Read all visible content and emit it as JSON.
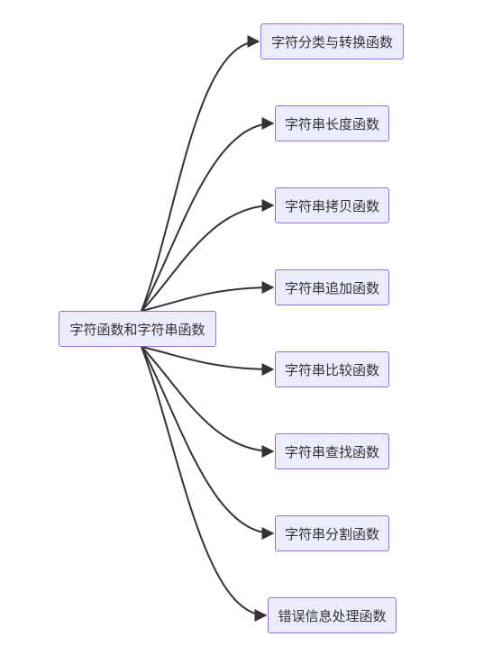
{
  "diagram": {
    "root": "字符函数和字符串函数",
    "children": [
      "字符分类与转换函数",
      "字符串长度函数",
      "字符串拷贝函数",
      "字符串追加函数",
      "字符串比较函数",
      "字符串查找函数",
      "字符串分割函数",
      "错误信息处理函数"
    ]
  },
  "colors": {
    "node_fill": "#ececff",
    "node_border": "#9370db",
    "edge": "#333333",
    "text": "#333333"
  }
}
